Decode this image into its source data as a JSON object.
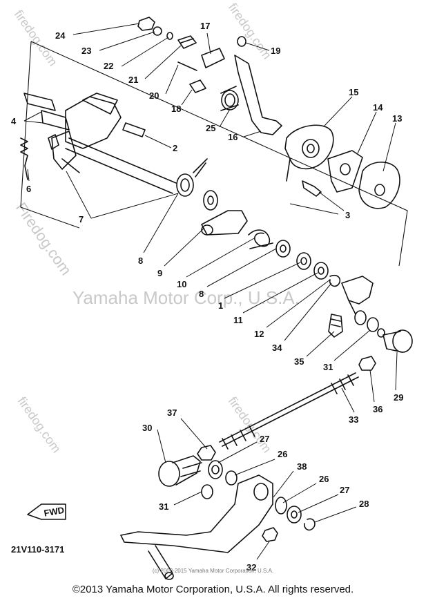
{
  "diagram": {
    "callouts": [
      "24",
      "23",
      "22",
      "21",
      "20",
      "18",
      "17",
      "19",
      "4",
      "2",
      "25",
      "16",
      "15",
      "14",
      "13",
      "6",
      "7",
      "3",
      "8",
      "9",
      "10",
      "8",
      "1",
      "11",
      "12",
      "34",
      "35",
      "31",
      "36",
      "29",
      "33",
      "37",
      "30",
      "27",
      "26",
      "38",
      "26",
      "27",
      "28",
      "31",
      "32"
    ],
    "fwd_label": "FWD",
    "drawing_code": "21V110-3171"
  },
  "watermarks": {
    "main": "Yamaha Motor Corp., U.S.A.",
    "site": "Firedog.com",
    "site_small": "firedog.com",
    "corner_copy": "(c) 2003-2015 Yamaha Motor Corporation, U.S.A."
  },
  "footer": {
    "copyright": "©2013 Yamaha Motor Corporation, U.S.A. All rights reserved."
  }
}
